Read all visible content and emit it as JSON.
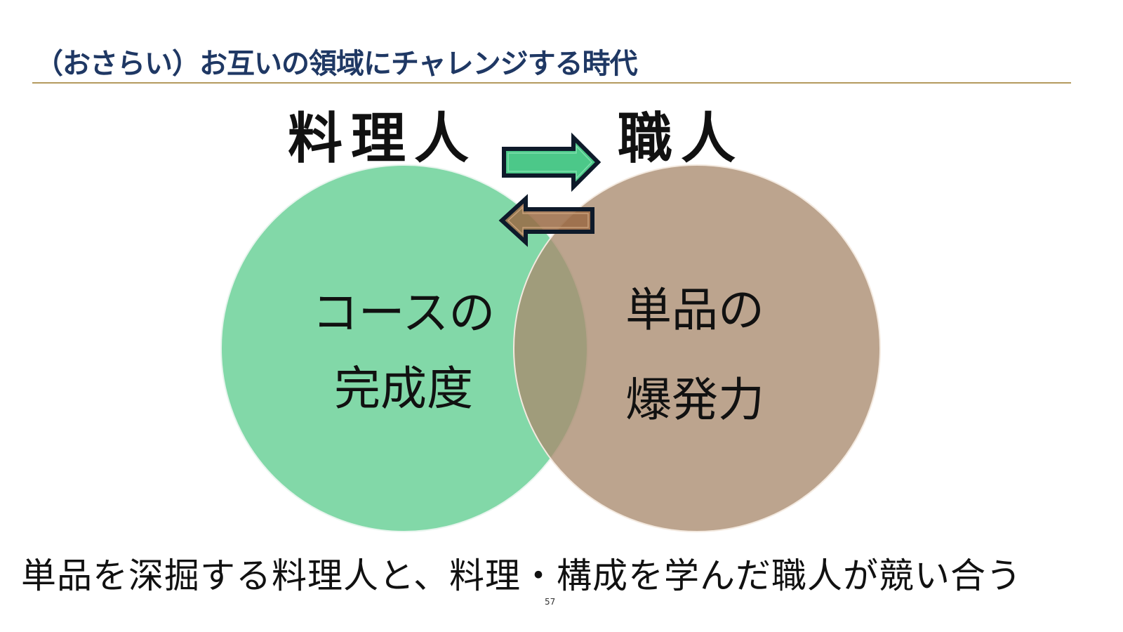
{
  "slide": {
    "title": "（おさらい）お互いの領域にチャレンジする時代",
    "left_role": "料理人",
    "right_role": "職人",
    "left_circle": {
      "line1": "コースの",
      "line2": "完成度"
    },
    "right_circle": {
      "line1": "単品の",
      "line2": "爆発力"
    },
    "caption": "単品を深掘する料理人と、料理・構成を学んだ職人が競い合う",
    "page_number": "57"
  },
  "colors": {
    "title": "#1f3864",
    "rule": "#b49a5e",
    "green": "#82d8a8",
    "brown": "#b59c84",
    "arrow_green": "#4cc889",
    "arrow_brown": "#9a6a44"
  }
}
